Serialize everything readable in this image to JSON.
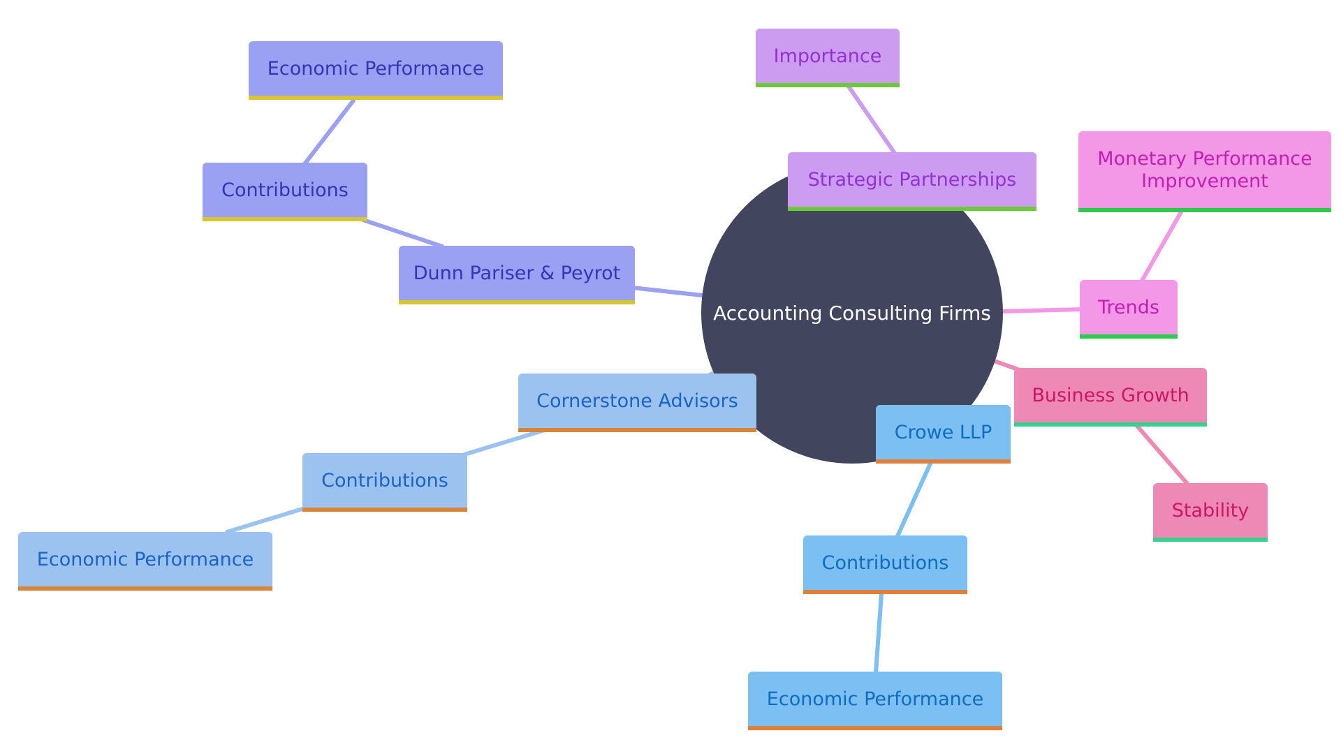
{
  "diagram": {
    "type": "mindmap",
    "root": {
      "label": "Accounting Consulting Firms",
      "color": "#41455e"
    },
    "nodes": [
      {
        "id": "dunn",
        "label": "Dunn Pariser & Peyrot",
        "parent": "root",
        "fill": "#9aa0f2",
        "text": "#3335b8",
        "accent": "#d6c634",
        "edge": "#9aa0f2"
      },
      {
        "id": "dunn-contrib",
        "label": "Contributions",
        "parent": "dunn",
        "fill": "#9aa0f2",
        "text": "#3335b8",
        "accent": "#d6c634",
        "edge": "#9aa0f2"
      },
      {
        "id": "dunn-econ",
        "label": "Economic Performance",
        "parent": "dunn-contrib",
        "fill": "#9aa0f2",
        "text": "#3335b8",
        "accent": "#d6c634",
        "edge": "#9aa0f2"
      },
      {
        "id": "strat",
        "label": "Strategic Partnerships",
        "parent": "root",
        "fill": "#cc9cf0",
        "text": "#9330d6",
        "accent": "#6cc93a",
        "edge": "#cc9cf0"
      },
      {
        "id": "strat-imp",
        "label": "Importance",
        "parent": "strat",
        "fill": "#cc9cf0",
        "text": "#9330d6",
        "accent": "#6cc93a",
        "edge": "#cc9cf0"
      },
      {
        "id": "trends",
        "label": "Trends",
        "parent": "root",
        "fill": "#f298e6",
        "text": "#c41fb3",
        "accent": "#2fc94c",
        "edge": "#f298e6"
      },
      {
        "id": "trends-mon",
        "label": "Monetary Performance\nImprovement",
        "parent": "trends",
        "fill": "#f298e6",
        "text": "#c41fb3",
        "accent": "#2fc94c",
        "edge": "#f298e6"
      },
      {
        "id": "growth",
        "label": "Business Growth",
        "parent": "root",
        "fill": "#ee88b4",
        "text": "#cc1665",
        "accent": "#3acf90",
        "edge": "#ee88b4"
      },
      {
        "id": "growth-stab",
        "label": "Stability",
        "parent": "growth",
        "fill": "#ee88b4",
        "text": "#cc1665",
        "accent": "#3acf90",
        "edge": "#ee88b4"
      },
      {
        "id": "crowe",
        "label": "Crowe LLP",
        "parent": "root",
        "fill": "#7cbff2",
        "text": "#0f6cc0",
        "accent": "#e0803a",
        "edge": "#7cbff2"
      },
      {
        "id": "crowe-contrib",
        "label": "Contributions",
        "parent": "crowe",
        "fill": "#7cbff2",
        "text": "#0f6cc0",
        "accent": "#e0803a",
        "edge": "#7cbff2"
      },
      {
        "id": "crowe-econ",
        "label": "Economic Performance",
        "parent": "crowe-contrib",
        "fill": "#7cbff2",
        "text": "#0f6cc0",
        "accent": "#e0803a",
        "edge": "#7cbff2"
      },
      {
        "id": "corner",
        "label": "Cornerstone Advisors",
        "parent": "root",
        "fill": "#9cc2f0",
        "text": "#1a63c8",
        "accent": "#d8853a",
        "edge": "#9cc2f0"
      },
      {
        "id": "corner-contrib",
        "label": "Contributions",
        "parent": "corner",
        "fill": "#9cc2f0",
        "text": "#1a63c8",
        "accent": "#d8853a",
        "edge": "#9cc2f0"
      },
      {
        "id": "corner-econ",
        "label": "Economic Performance",
        "parent": "corner-contrib",
        "fill": "#9cc2f0",
        "text": "#1a63c8",
        "accent": "#d8853a",
        "edge": "#9cc2f0"
      }
    ]
  }
}
